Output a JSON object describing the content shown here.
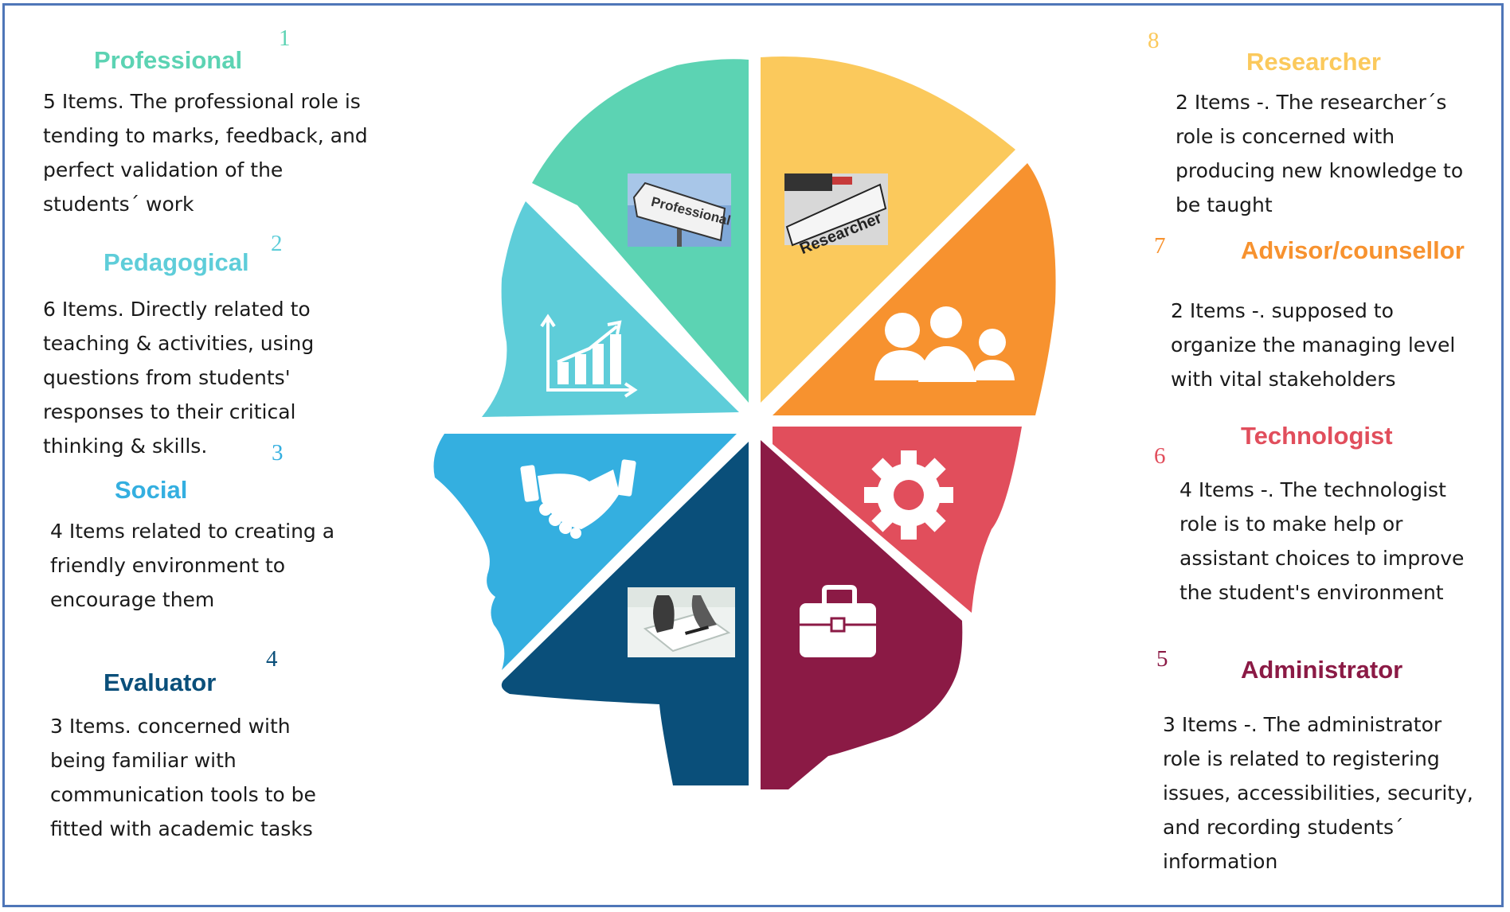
{
  "roles": [
    {
      "id": "professional",
      "number": "1",
      "title": "Professional",
      "color": "#5cd3b3",
      "description": [
        "5 Items. The professional role is",
        "tending to marks, feedback, and",
        "perfect validation of the",
        "students´ work"
      ],
      "image_label": "Professional"
    },
    {
      "id": "pedagogical",
      "number": "2",
      "title": "Pedagogical",
      "color": "#5ecdd9",
      "description": [
        "6 Items. Directly related to",
        "teaching & activities, using",
        "questions from students'",
        "responses to their critical",
        "thinking & skills."
      ],
      "icon": "bar-chart-icon"
    },
    {
      "id": "social",
      "number": "3",
      "title": "Social",
      "color": "#34afe0",
      "description": [
        "4 Items related to creating a",
        "friendly environment to",
        "encourage them"
      ],
      "icon": "handshake-icon"
    },
    {
      "id": "evaluator",
      "number": "4",
      "title": "Evaluator",
      "color": "#0a4f7a",
      "description": [
        "3 Items. concerned with",
        "being familiar with",
        "communication tools to be",
        "fitted with academic tasks"
      ],
      "icon": "document-photo-icon"
    },
    {
      "id": "administrator",
      "number": "5",
      "title": "Administrator",
      "color": "#8b1a45",
      "description": [
        "3 Items -. The administrator",
        "role is related to registering",
        "issues, accessibilities, security,",
        "and recording students´",
        "information"
      ],
      "icon": "briefcase-icon"
    },
    {
      "id": "technologist",
      "number": "6",
      "title": "Technologist",
      "color": "#e14e5c",
      "description": [
        "4 Items -. The technologist",
        "role is to make help or",
        "assistant choices to improve",
        "the student's environment"
      ],
      "icon": "gear-icon"
    },
    {
      "id": "advisor",
      "number": "7",
      "title": "Advisor/counsellor",
      "color": "#f7922f",
      "description": [
        "2 Items -. supposed to",
        "organize the managing level",
        "with vital stakeholders"
      ],
      "icon": "people-group-icon"
    },
    {
      "id": "researcher",
      "number": "8",
      "title": "Researcher",
      "color": "#fbc95c",
      "description": [
        "2 Items -. The researcher´s",
        "role is concerned with",
        "producing new knowledge to",
        "be taught"
      ],
      "image_label": "Researcher"
    }
  ]
}
